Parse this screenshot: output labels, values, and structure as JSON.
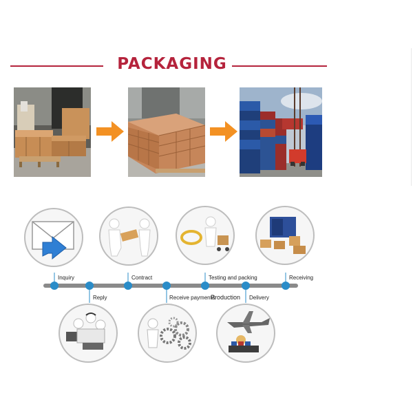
{
  "header": {
    "title": "PACKAGING"
  },
  "photos": [
    {
      "name": "wooden-crates-photo"
    },
    {
      "name": "stacked-boxes-photo"
    },
    {
      "name": "shipping-containers-photo"
    }
  ],
  "process": {
    "steps_top": [
      "Inquiry",
      "Contract",
      "Testing and packing",
      "Receiving"
    ],
    "steps_bottom": [
      "Reply",
      "Receive payment&",
      "Production",
      "Delivery"
    ]
  },
  "colors": {
    "accent": "#b5233c",
    "arrow": "#f39123",
    "timeline": "#8a8a8a",
    "dot": "#2a8cc8"
  }
}
